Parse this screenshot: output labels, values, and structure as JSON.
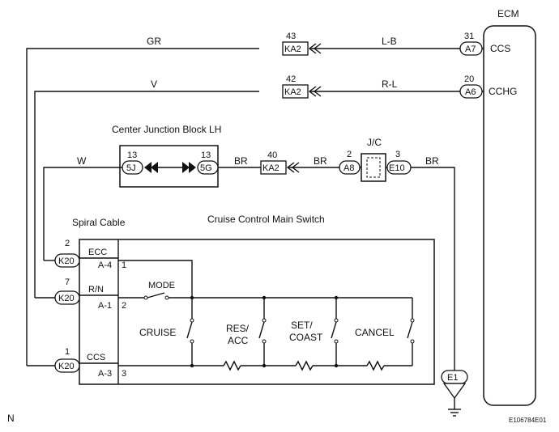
{
  "ecm": {
    "title": "ECM",
    "ccs": "CCS",
    "cchg": "CCHG"
  },
  "top_wire": {
    "left_color": "GR",
    "junction_num": "43",
    "junction": "KA2",
    "right_color": "L-B",
    "pin_num": "31",
    "pin": "A7"
  },
  "mid_wire": {
    "left_color": "V",
    "junction_num": "42",
    "junction": "KA2",
    "right_color": "R-L",
    "pin_num": "20",
    "pin": "A6"
  },
  "cjb": {
    "title": "Center Junction Block LH",
    "left_num": "13",
    "left_pin": "5J",
    "right_num": "13",
    "right_pin": "5G"
  },
  "ground_wire": {
    "w_color": "W",
    "br1": "BR",
    "junction_num": "40",
    "junction": "KA2",
    "br2": "BR",
    "jc_title": "J/C",
    "a8_num": "2",
    "a8": "A8",
    "e10_num": "3",
    "e10": "E10",
    "br3": "BR",
    "ground": "E1"
  },
  "spiral_cable": {
    "title": "Spiral Cable",
    "rows": [
      {
        "num": "2",
        "pin": "K20",
        "name": "ECC",
        "sub": "A-4",
        "term": "1"
      },
      {
        "num": "7",
        "pin": "K20",
        "name": "R/N",
        "sub": "A-1",
        "term": "2"
      },
      {
        "num": "1",
        "pin": "K20",
        "name": "CCS",
        "sub": "A-3",
        "term": "3"
      }
    ]
  },
  "main_switch": {
    "title": "Cruise Control Main Switch",
    "mode": "MODE",
    "cruise": "CRUISE",
    "res1": "RES/",
    "res2": "ACC",
    "set1": "SET/",
    "set2": "COAST",
    "cancel": "CANCEL"
  },
  "footer": {
    "corner": "N",
    "code": "E106784E01"
  }
}
